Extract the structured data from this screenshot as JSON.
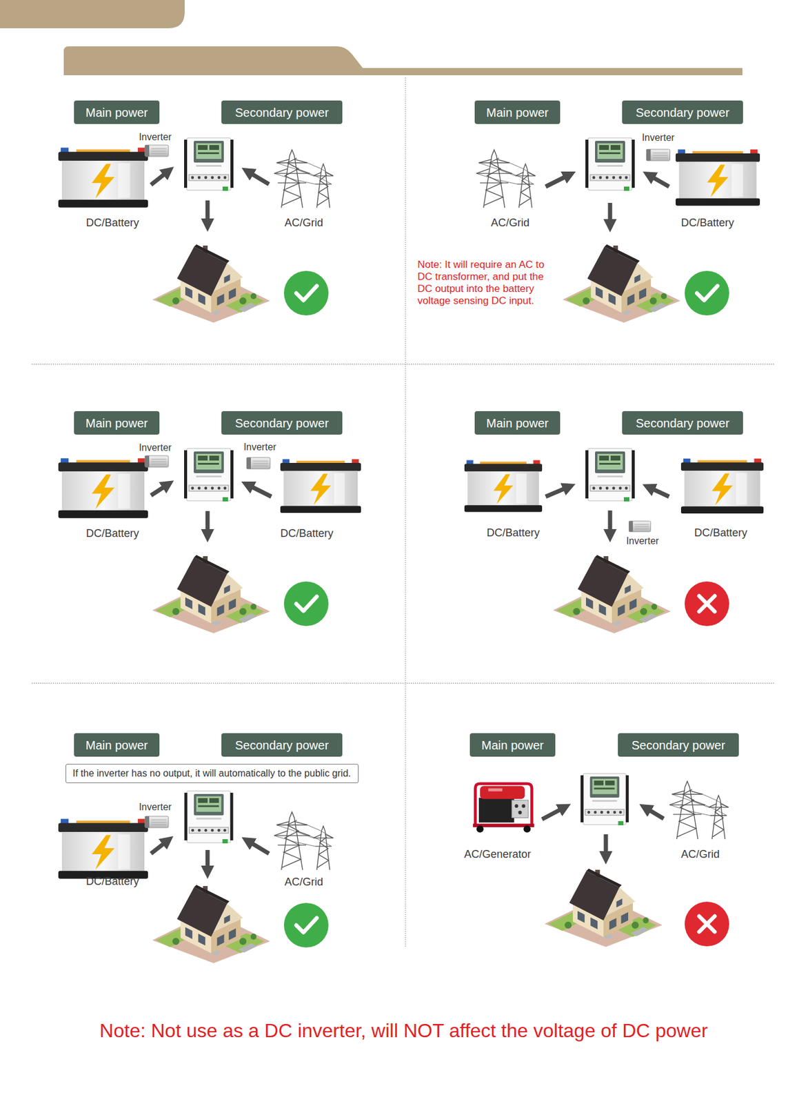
{
  "diagram": {
    "nodes": [
      {
        "text": [
          "Main power"
        ]
      },
      {
        "text": [
          "Secondary power"
        ]
      },
      {
        "text": [
          "Main power"
        ]
      },
      {
        "text": [
          "Secondary power"
        ]
      },
      {
        "text": [
          "Main power"
        ]
      },
      {
        "text": [
          "Secondary power"
        ]
      },
      {
        "text": [
          "Main power"
        ]
      },
      {
        "text": [
          "Secondary power"
        ]
      },
      {
        "text": [
          "Main power"
        ]
      },
      {
        "text": [
          "Secondary power"
        ]
      },
      {
        "text": [
          "If the inverter has no output, it will automatically to the public grid."
        ]
      },
      {
        "text": [
          "Main power"
        ]
      },
      {
        "text": [
          "Secondary power"
        ]
      }
    ],
    "labels": [
      "Inverter",
      "DC/Battery",
      "AC/Grid",
      "Inverter",
      "AC/Grid",
      "DC/Battery",
      "Note: It will require an AC to DC transformer, and put the DC output into the battery voltage sensing DC input.",
      "Inverter",
      "Inverter",
      "DC/Battery",
      "DC/Battery",
      "DC/Battery",
      "Inverter",
      "DC/Battery",
      "Inverter",
      "DC/Battery",
      "AC/Grid",
      "AC/Generator",
      "AC/Grid",
      "Note: Not use as a DC inverter, will NOT affect the voltage of DC power"
    ]
  }
}
